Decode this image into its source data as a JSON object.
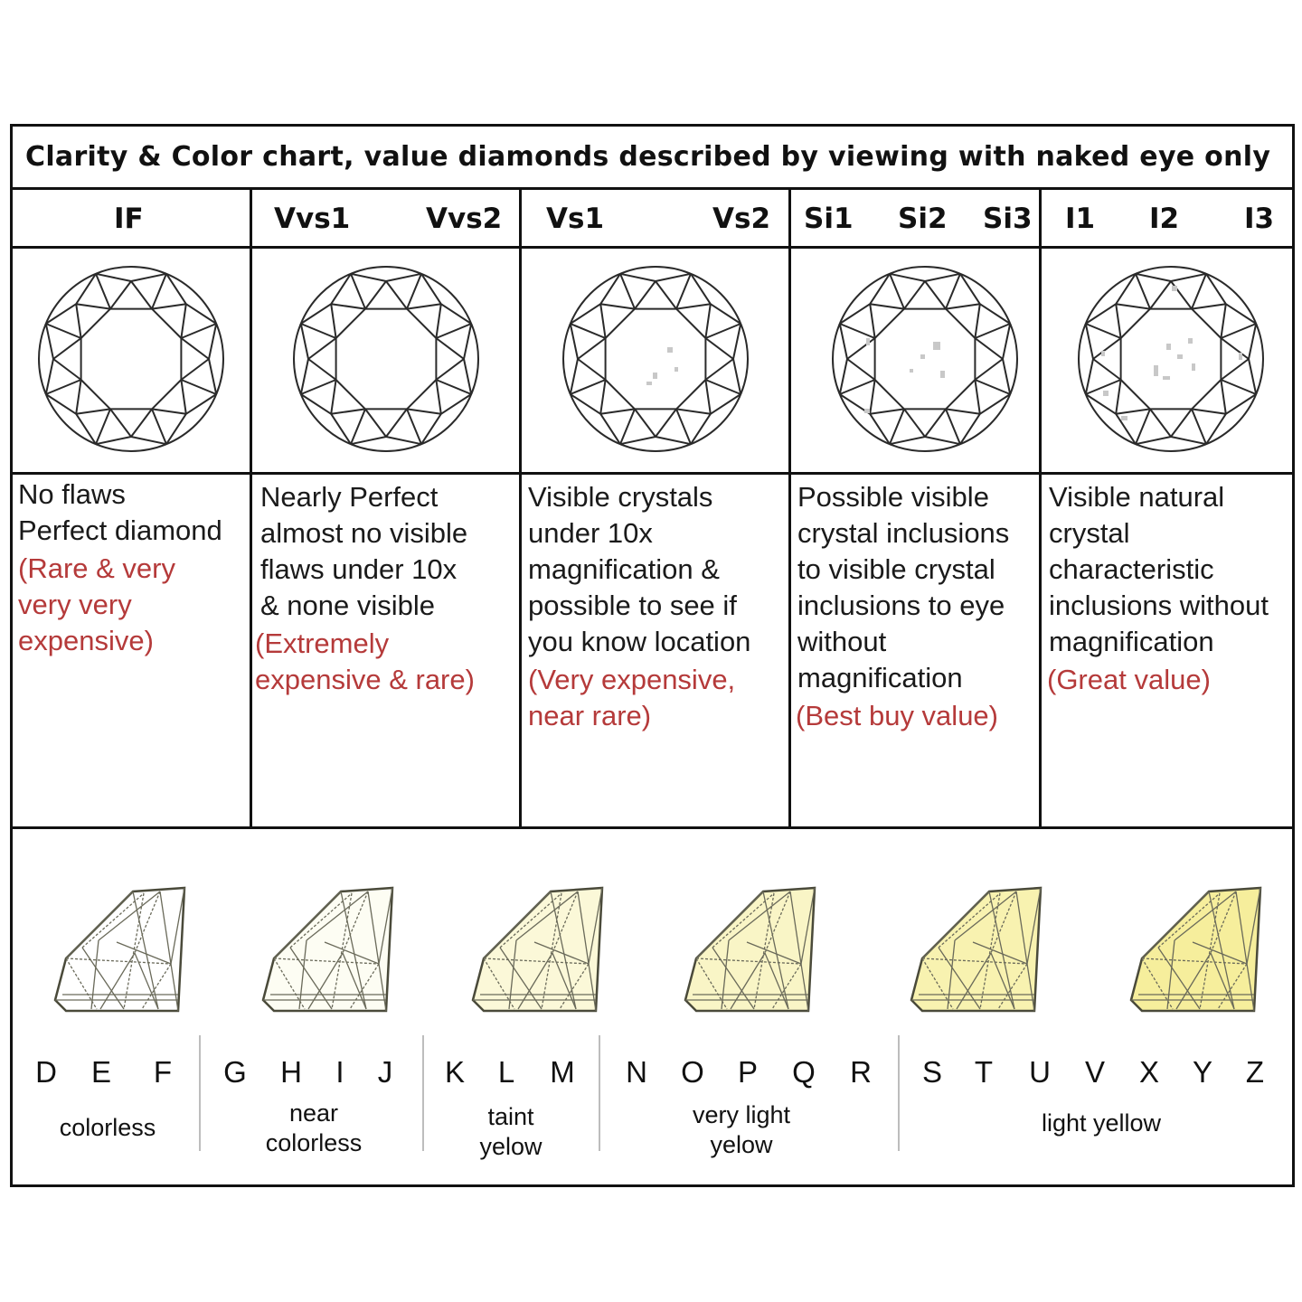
{
  "title": "Clarity & Color chart, value diamonds described by viewing with naked eye only",
  "clarity_columns": [
    {
      "grades": [
        "IF"
      ],
      "description": [
        "No flaws",
        "Perfect diamond"
      ],
      "note": [
        "(Rare & very",
        "very very",
        "expensive)"
      ]
    },
    {
      "grades": [
        "Vvs1",
        "Vvs2"
      ],
      "description": [
        "Nearly Perfect",
        "almost no visible",
        "flaws under 10x",
        "& none visible"
      ],
      "note": [
        "(Extremely",
        "expensive & rare)"
      ]
    },
    {
      "grades": [
        "Vs1",
        "Vs2"
      ],
      "description": [
        "Visible crystals",
        "under 10x",
        "magnification &",
        "possible to see if",
        "you know location"
      ],
      "note": [
        "(Very expensive,",
        "near rare)"
      ]
    },
    {
      "grades": [
        "Si1",
        "Si2",
        "Si3"
      ],
      "description": [
        "Possible visible",
        "crystal inclusions",
        "to visible crystal",
        "inclusions to eye",
        "without",
        "magnification"
      ],
      "note": [
        "(Best buy value)"
      ]
    },
    {
      "grades": [
        "I1",
        "I2",
        "I3"
      ],
      "description": [
        "Visible natural",
        "crystal",
        "characteristic",
        "inclusions without",
        "magnification"
      ],
      "note": [
        "(Great value)"
      ]
    }
  ],
  "color_scale": {
    "letters": [
      "D",
      "E",
      "F",
      "G",
      "H",
      "I",
      "J",
      "K",
      "L",
      "M",
      "N",
      "O",
      "P",
      "Q",
      "R",
      "S",
      "T",
      "U",
      "V",
      "X",
      "Y",
      "Z"
    ],
    "categories": [
      {
        "label": [
          "colorless"
        ]
      },
      {
        "label": [
          "near",
          "colorless"
        ]
      },
      {
        "label": [
          "taint",
          "yelow"
        ]
      },
      {
        "label": [
          "very light",
          "yelow"
        ]
      },
      {
        "label": [
          "light yellow"
        ]
      }
    ],
    "diamond_tints": [
      "#ffffff",
      "#fdfdf3",
      "#fbf8d8",
      "#f9f5c6",
      "#f8f2b0",
      "#f6ee9c"
    ]
  },
  "colors": {
    "border": "#111111",
    "note": "#b53a3a",
    "separator": "#bdbdbd"
  }
}
